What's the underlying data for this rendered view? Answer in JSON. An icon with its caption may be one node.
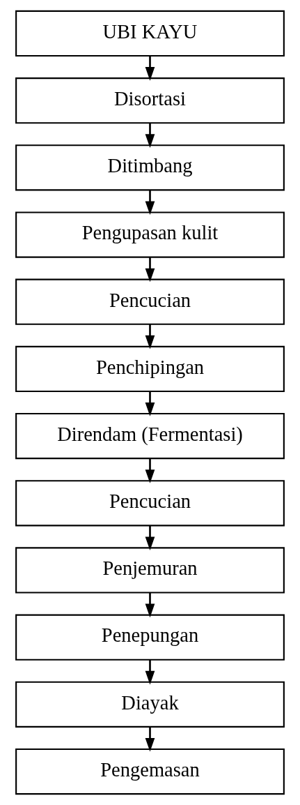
{
  "diagram": {
    "nodes": [
      {
        "text": [
          "UBI KAYU"
        ]
      },
      {
        "text": [
          "Disortasi"
        ]
      },
      {
        "text": [
          "Ditimbang"
        ]
      },
      {
        "text": [
          "Pengupasan kulit"
        ]
      },
      {
        "text": [
          "Pencucian"
        ]
      },
      {
        "text": [
          "Penchipingan"
        ]
      },
      {
        "text": [
          "Direndam (Fermentasi)"
        ]
      },
      {
        "text": [
          "Pencucian"
        ]
      },
      {
        "text": [
          "Penjemuran"
        ]
      },
      {
        "text": [
          "Penepungan"
        ]
      },
      {
        "text": [
          "Diayak"
        ]
      },
      {
        "text": [
          "Pengemasan"
        ]
      }
    ],
    "edges": [
      {
        "from": 0,
        "to": 1,
        "arrow": "to"
      },
      {
        "from": 1,
        "to": 2,
        "arrow": "to"
      },
      {
        "from": 2,
        "to": 3,
        "arrow": "to"
      },
      {
        "from": 3,
        "to": 4,
        "arrow": "to"
      },
      {
        "from": 4,
        "to": 5,
        "arrow": "to"
      },
      {
        "from": 5,
        "to": 6,
        "arrow": "to"
      },
      {
        "from": 6,
        "to": 7,
        "arrow": "to"
      },
      {
        "from": 7,
        "to": 8,
        "arrow": "to"
      },
      {
        "from": 8,
        "to": 9,
        "arrow": "to"
      },
      {
        "from": 9,
        "to": 10,
        "arrow": "to"
      },
      {
        "from": 10,
        "to": 11,
        "arrow": "to"
      }
    ]
  }
}
